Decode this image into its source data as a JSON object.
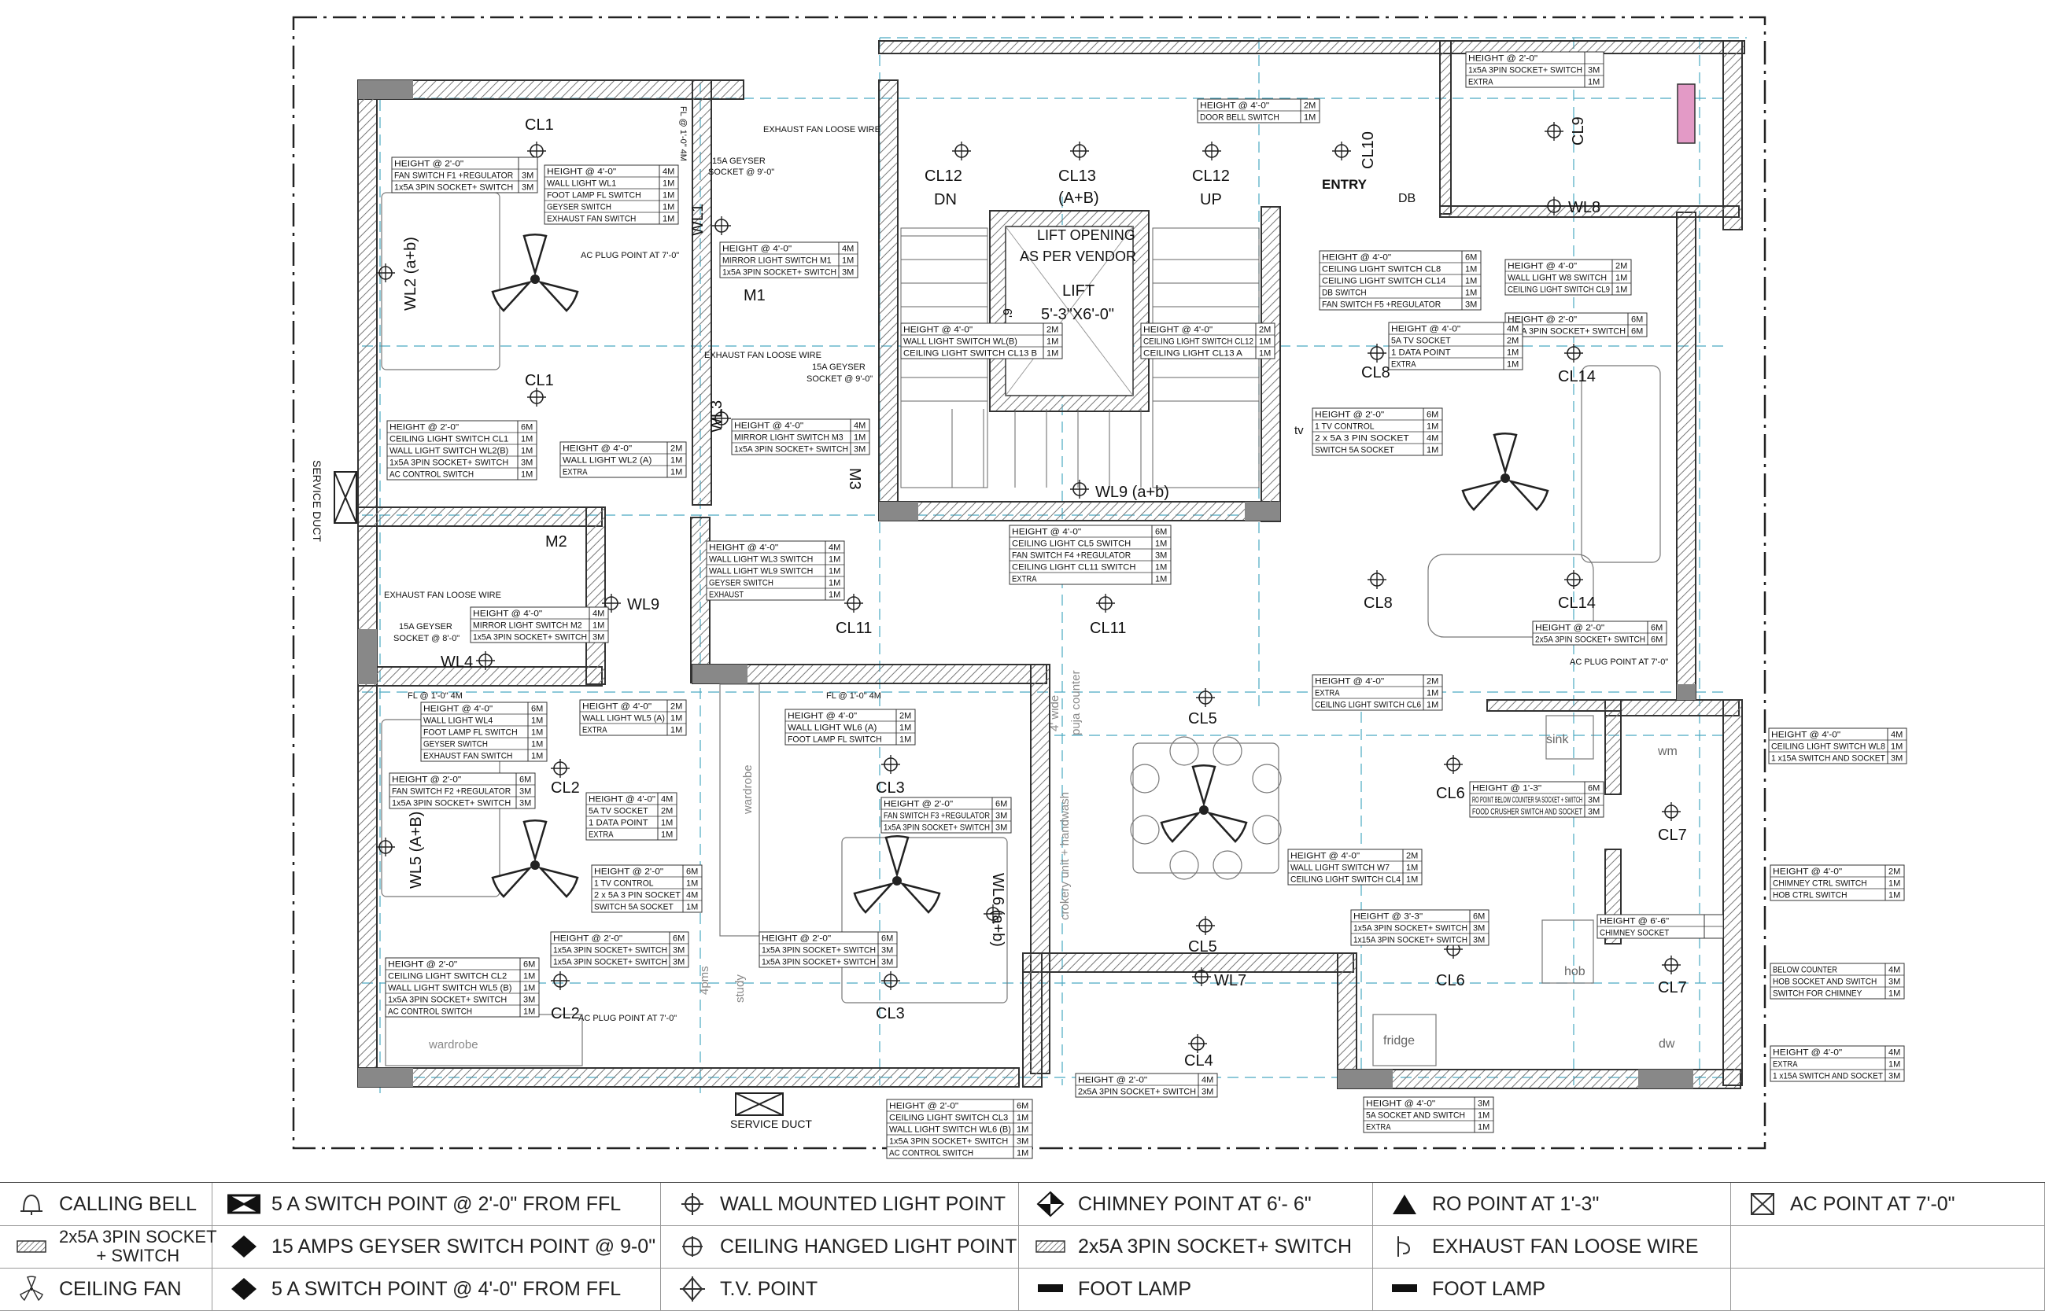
{
  "rooms": {
    "cl1_top": "CL1",
    "wl2": "WL2 (a+b)",
    "cl1_bot": "CL1",
    "wl1": "WL1",
    "m1": "M1",
    "wl3": "WL3",
    "m3": "M3",
    "m2": "M2",
    "wl9_left": "WL9",
    "wl4": "WL4",
    "cl11_left": "CL11",
    "cl11_mid": "CL11",
    "cl12_dn": "CL12",
    "dn": "DN",
    "cl13": "CL13",
    "ab": "(A+B)",
    "cl12_up": "CL12",
    "up": "UP",
    "cl10": "CL10",
    "entry": "ENTRY",
    "db": "DB",
    "cl9": "CL9",
    "wl8": "WL8",
    "lift_open1": "LIFT OPENING",
    "lift_open2": "AS PER VENDOR",
    "lift": "LIFT",
    "lift_dim": "5'-3\"X6'-0\"",
    "six": "6'",
    "wl9_ab": "WL9 (a+b)",
    "tv": "tv",
    "cl8_top": "CL8",
    "cl14_top": "CL14",
    "cl8_bot": "CL8",
    "cl14_bot": "CL14",
    "cl2_top": "CL2",
    "wl5": "WL5 (A+B)",
    "cl2_bot": "CL2",
    "wardrobe_left": "wardrobe",
    "wardrobe_mid": "wardrobe",
    "cl3_top": "CL3",
    "cl3_bot": "CL3",
    "wl6": "WL6 (a+b)",
    "study": "study",
    "4pms": "4pms",
    "puja1": "4' wide",
    "puja2": "puja counter",
    "crockery": "crokery unit + handwash",
    "cl5_top": "CL5",
    "cl5_bot": "CL5",
    "wl7": "WL7",
    "cl4": "CL4",
    "cl6_top": "CL6",
    "cl6_bot": "CL6",
    "cl7_top": "CL7",
    "cl7_bot": "CL7",
    "sink": "sink",
    "wm": "wm",
    "hob": "hob",
    "fridge": "fridge",
    "dw": "dw",
    "service_duct_left": "SERVICE DUCT",
    "service_duct_bottom": "SERVICE DUCT"
  },
  "notes": {
    "exhaust_top": "EXHAUST FAN LOOSE WIRE",
    "geyser_top1": "15A GEYSER",
    "geyser_top2": "SOCKET @ 9'-0\"",
    "fl_top": "FL @ 1'-0\" 4M",
    "ac_plug1": "AC PLUG POINT AT 7'-0\"",
    "exhaust_mid": "EXHAUST FAN LOOSE WIRE",
    "geyser_mid1": "15A GEYSER",
    "geyser_mid2": "SOCKET @ 9'-0\"",
    "exhaust_m2": "EXHAUST FAN LOOSE WIRE",
    "geyser_m2_1": "15A GEYSER",
    "geyser_m2_2": "SOCKET @ 8'-0\"",
    "fl_left": "FL @ 1'-0\" 4M",
    "fl_mid": "FL @ 1'-0\" 4M",
    "ac_plug2": "AC PLUG POINT AT 7'-0\"",
    "ac_plug3": "AC PLUG POINT AT 7'-0\""
  },
  "tables": [
    {
      "rows": [
        [
          "HEIGHT @ 2'-0\"",
          ""
        ],
        [
          "FAN SWITCH F1 +REGULATOR",
          "3M"
        ],
        [
          "1x5A 3PIN SOCKET+ SWITCH",
          "3M"
        ]
      ]
    },
    {
      "rows": [
        [
          "HEIGHT @ 4'-0\"",
          "4M"
        ],
        [
          "WALL LIGHT WL1",
          "1M"
        ],
        [
          "FOOT LAMP FL SWITCH",
          "1M"
        ],
        [
          "GEYSER SWITCH",
          "1M"
        ],
        [
          "EXHAUST FAN SWITCH",
          "1M"
        ]
      ]
    },
    {
      "rows": [
        [
          "HEIGHT @ 4'-0\"",
          "4M"
        ],
        [
          "MIRROR LIGHT SWITCH M1",
          "1M"
        ],
        [
          "1x5A 3PIN SOCKET+ SWITCH",
          "3M"
        ]
      ]
    },
    {
      "rows": [
        [
          "HEIGHT @ 2'-0\"",
          "6M"
        ],
        [
          "CEILING LIGHT SWITCH CL1",
          "1M"
        ],
        [
          "WALL LIGHT SWITCH WL2(B)",
          "1M"
        ],
        [
          "1x5A 3PIN SOCKET+ SWITCH",
          "3M"
        ],
        [
          "AC CONTROL SWITCH",
          "1M"
        ]
      ]
    },
    {
      "rows": [
        [
          "HEIGHT @ 4'-0\"",
          "2M"
        ],
        [
          "WALL LIGHT WL2 (A)",
          "1M"
        ],
        [
          "EXTRA",
          "1M"
        ]
      ]
    },
    {
      "rows": [
        [
          "HEIGHT @ 4'-0\"",
          "4M"
        ],
        [
          "MIRROR LIGHT SWITCH M3",
          "1M"
        ],
        [
          "1x5A 3PIN SOCKET+ SWITCH",
          "3M"
        ]
      ]
    },
    {
      "rows": [
        [
          "HEIGHT @ 4'-0\"",
          "2M"
        ],
        [
          "WALL LIGHT SWITCH WL(B)",
          "1M"
        ],
        [
          "CEILING LIGHT SWITCH CL13 B",
          "1M"
        ]
      ]
    },
    {
      "rows": [
        [
          "HEIGHT @ 4'-0\"",
          "2M"
        ],
        [
          "DOOR BELL SWITCH",
          "1M"
        ]
      ]
    },
    {
      "rows": [
        [
          "HEIGHT @ 2'-0\"",
          ""
        ],
        [
          "1x5A 3PIN SOCKET+ SWITCH",
          "3M"
        ],
        [
          "EXTRA",
          "1M"
        ]
      ]
    },
    {
      "rows": [
        [
          "HEIGHT @ 4'-0\"",
          "6M"
        ],
        [
          "CEILING LIGHT SWITCH CL8",
          "1M"
        ],
        [
          "CEILING LIGHT SWITCH CL14",
          "1M"
        ],
        [
          "DB SWITCH",
          "1M"
        ],
        [
          "FAN SWITCH F5 +REGULATOR",
          "3M"
        ]
      ]
    },
    {
      "rows": [
        [
          "HEIGHT @ 4'-0\"",
          "2M"
        ],
        [
          "WALL LIGHT W8 SWITCH",
          "1M"
        ],
        [
          "CEILING LIGHT SWITCH CL9",
          "1M"
        ]
      ]
    },
    {
      "rows": [
        [
          "HEIGHT @ 2'-0\"",
          "6M"
        ],
        [
          "2x5A 3PIN SOCKET+ SWITCH",
          "6M"
        ]
      ]
    },
    {
      "rows": [
        [
          "HEIGHT @ 4'-0\"",
          "2M"
        ],
        [
          "CEILING LIGHT SWITCH CL12",
          "1M"
        ],
        [
          "CEILING LIGHT CL13 A",
          "1M"
        ]
      ]
    },
    {
      "rows": [
        [
          "HEIGHT @ 4'-0\"",
          "4M"
        ],
        [
          "5A TV SOCKET",
          "2M"
        ],
        [
          "1 DATA POINT",
          "1M"
        ],
        [
          "EXTRA",
          "1M"
        ]
      ]
    },
    {
      "rows": [
        [
          "HEIGHT @ 2'-0\"",
          "6M"
        ],
        [
          "1 TV CONTROL",
          "1M"
        ],
        [
          "2 x 5A 3 PIN SOCKET",
          "4M"
        ],
        [
          "SWITCH 5A SOCKET",
          "1M"
        ]
      ]
    },
    {
      "rows": [
        [
          "HEIGHT @ 4'-0\"",
          "6M"
        ],
        [
          "CEILING LIGHT CL5 SWITCH",
          "1M"
        ],
        [
          "FAN SWITCH F4 +REGULATOR",
          "3M"
        ],
        [
          "CEILING LIGHT CL11 SWITCH",
          "1M"
        ],
        [
          "EXTRA",
          "1M"
        ]
      ]
    },
    {
      "rows": [
        [
          "HEIGHT @ 4'-0\"",
          "4M"
        ],
        [
          "WALL LIGHT WL3 SWITCH",
          "1M"
        ],
        [
          "WALL LIGHT WL9 SWITCH",
          "1M"
        ],
        [
          "GEYSER SWITCH",
          "1M"
        ],
        [
          "EXHAUST",
          "1M"
        ]
      ]
    },
    {
      "rows": [
        [
          "HEIGHT @ 4'-0\"",
          "4M"
        ],
        [
          "MIRROR LIGHT SWITCH M2",
          "1M"
        ],
        [
          "1x5A 3PIN SOCKET+ SWITCH",
          "3M"
        ]
      ]
    },
    {
      "rows": [
        [
          "HEIGHT @ 2'-0\"",
          "6M"
        ],
        [
          "2x5A 3PIN SOCKET+ SWITCH",
          "6M"
        ]
      ]
    },
    {
      "rows": [
        [
          "HEIGHT @ 4'-0\"",
          "2M"
        ],
        [
          "EXTRA",
          "1M"
        ],
        [
          "CEILING LIGHT SWITCH CL6",
          "1M"
        ]
      ]
    },
    {
      "rows": [
        [
          "HEIGHT @ 4'-0\"",
          "4M"
        ],
        [
          "CEILING LIGHT SWITCH WL8",
          "1M"
        ],
        [
          "1 x15A SWITCH AND SOCKET",
          "3M"
        ]
      ]
    },
    {
      "rows": [
        [
          "HEIGHT @ 4'-0\"",
          "6M"
        ],
        [
          "WALL LIGHT WL4",
          "1M"
        ],
        [
          "FOOT LAMP FL SWITCH",
          "1M"
        ],
        [
          "GEYSER SWITCH",
          "1M"
        ],
        [
          "EXHAUST FAN SWITCH",
          "1M"
        ]
      ]
    },
    {
      "rows": [
        [
          "HEIGHT @ 4'-0\"",
          "2M"
        ],
        [
          "WALL LIGHT WL5 (A)",
          "1M"
        ],
        [
          "EXTRA",
          "1M"
        ]
      ]
    },
    {
      "rows": [
        [
          "HEIGHT @ 4'-0\"",
          "2M"
        ],
        [
          "WALL LIGHT WL6 (A)",
          "1M"
        ],
        [
          "FOOT LAMP FL SWITCH",
          "1M"
        ]
      ]
    },
    {
      "rows": [
        [
          "HEIGHT @ 2'-0\"",
          "6M"
        ],
        [
          "FAN SWITCH F2 +REGULATOR",
          "3M"
        ],
        [
          "1x5A 3PIN SOCKET+ SWITCH",
          "3M"
        ]
      ]
    },
    {
      "rows": [
        [
          "HEIGHT @ 4'-0\"",
          "4M"
        ],
        [
          "5A TV SOCKET",
          "2M"
        ],
        [
          "1 DATA POINT",
          "1M"
        ],
        [
          "EXTRA",
          "1M"
        ]
      ]
    },
    {
      "rows": [
        [
          "HEIGHT @ 2'-0\"",
          "6M"
        ],
        [
          "FAN SWITCH F3 +REGULATOR",
          "3M"
        ],
        [
          "1x5A 3PIN SOCKET+ SWITCH",
          "3M"
        ]
      ]
    },
    {
      "rows": [
        [
          "HEIGHT @ 1'-3\"",
          "6M"
        ],
        [
          "RO POINT BELOW COUNTER 5A SOCKET + SWITCH",
          "3M"
        ],
        [
          "FOOD CRUSHER SWITCH AND SOCKET",
          "3M"
        ]
      ]
    },
    {
      "rows": [
        [
          "HEIGHT @ 2'-0\"",
          "6M"
        ],
        [
          "1 TV CONTROL",
          "1M"
        ],
        [
          "2 x 5A 3 PIN SOCKET",
          "4M"
        ],
        [
          "SWITCH 5A SOCKET",
          "1M"
        ]
      ]
    },
    {
      "rows": [
        [
          "HEIGHT @ 4'-0\"",
          "2M"
        ],
        [
          "WALL LIGHT SWITCH W7",
          "1M"
        ],
        [
          "CEILING LIGHT SWITCH CL4",
          "1M"
        ]
      ]
    },
    {
      "rows": [
        [
          "HEIGHT @ 4'-0\"",
          "2M"
        ],
        [
          "CHIMNEY CTRL SWITCH",
          "1M"
        ],
        [
          "HOB CTRL SWITCH",
          "1M"
        ]
      ]
    },
    {
      "rows": [
        [
          "HEIGHT @ 2'-0\"",
          "6M"
        ],
        [
          "1x5A 3PIN SOCKET+ SWITCH",
          "3M"
        ],
        [
          "1x5A 3PIN SOCKET+ SWITCH",
          "3M"
        ]
      ]
    },
    {
      "rows": [
        [
          "HEIGHT @ 2'-0\"",
          "6M"
        ],
        [
          "1x5A 3PIN SOCKET+ SWITCH",
          "3M"
        ],
        [
          "1x5A 3PIN SOCKET+ SWITCH",
          "3M"
        ]
      ]
    },
    {
      "rows": [
        [
          "HEIGHT @ 3'-3\"",
          "6M"
        ],
        [
          "1x5A 3PIN SOCKET+ SWITCH",
          "3M"
        ],
        [
          "1x15A 3PIN SOCKET+ SWITCH",
          "3M"
        ]
      ]
    },
    {
      "rows": [
        [
          "HEIGHT @ 6'-6\"",
          ""
        ],
        [
          "CHIMNEY SOCKET",
          ""
        ]
      ]
    },
    {
      "rows": [
        [
          "BELOW COUNTER",
          "4M"
        ],
        [
          "HOB SOCKET AND SWITCH",
          "3M"
        ],
        [
          "SWITCH FOR CHIMNEY",
          "1M"
        ]
      ]
    },
    {
      "rows": [
        [
          "HEIGHT @ 2'-0\"",
          "6M"
        ],
        [
          "CEILING LIGHT SWITCH CL2",
          "1M"
        ],
        [
          "WALL LIGHT SWITCH WL5 (B)",
          "1M"
        ],
        [
          "1x5A 3PIN SOCKET+ SWITCH",
          "3M"
        ],
        [
          "AC CONTROL SWITCH",
          "1M"
        ]
      ]
    },
    {
      "rows": [
        [
          "HEIGHT @ 2'-0\"",
          "4M"
        ],
        [
          "2x5A 3PIN SOCKET+ SWITCH",
          "3M"
        ]
      ]
    },
    {
      "rows": [
        [
          "HEIGHT @ 4'-0\"",
          "4M"
        ],
        [
          "EXTRA",
          "1M"
        ],
        [
          "1 x15A SWITCH AND SOCKET",
          "3M"
        ]
      ]
    },
    {
      "rows": [
        [
          "HEIGHT @ 2'-0\"",
          "6M"
        ],
        [
          "CEILING LIGHT SWITCH CL3",
          "1M"
        ],
        [
          "WALL LIGHT SWITCH WL6 (B)",
          "1M"
        ],
        [
          "1x5A 3PIN SOCKET+ SWITCH",
          "3M"
        ],
        [
          "AC CONTROL SWITCH",
          "1M"
        ]
      ]
    },
    {
      "rows": [
        [
          "HEIGHT @ 4'-0\"",
          "3M"
        ],
        [
          "5A SOCKET AND SWITCH",
          "1M"
        ],
        [
          "EXTRA",
          "1M"
        ]
      ]
    }
  ],
  "legend": [
    [
      {
        "icon": "bell-icon",
        "label": "CALLING BELL"
      },
      {
        "icon": "switch-2ft-icon",
        "label": "5 A SWITCH POINT @ 2'-0\" FROM FFL"
      },
      {
        "icon": "wall-light-icon",
        "label": "WALL MOUNTED LIGHT POINT"
      },
      {
        "icon": "chimney-icon",
        "label": "CHIMNEY POINT AT 6'- 6\""
      },
      {
        "icon": "triangle-icon",
        "label": "RO POINT AT 1'-3\""
      },
      {
        "icon": "ac-icon",
        "label": "AC POINT AT 7'-0\""
      }
    ],
    [
      {
        "icon": "socket-icon",
        "label": "2x5A 3PIN SOCKET\n+ SWITCH"
      },
      {
        "icon": "diamond-icon",
        "label": "15 AMPS GEYSER SWITCH POINT @ 9-0\""
      },
      {
        "icon": "ceiling-light-icon",
        "label": "CEILING HANGED LIGHT POINT"
      },
      {
        "icon": "socket-icon",
        "label": "2x5A 3PIN SOCKET+ SWITCH"
      },
      {
        "icon": "exhaust-icon",
        "label": "EXHAUST FAN LOOSE WIRE"
      },
      {
        "icon": "",
        "label": ""
      }
    ],
    [
      {
        "icon": "fan-icon",
        "label": "CEILING FAN"
      },
      {
        "icon": "switch-4ft-icon",
        "label": "5 A SWITCH POINT @ 4'-0\" FROM FFL"
      },
      {
        "icon": "tv-point-icon",
        "label": "T.V. POINT"
      },
      {
        "icon": "foot-lamp-icon",
        "label": "FOOT LAMP"
      },
      {
        "icon": "foot-lamp-icon",
        "label": "FOOT LAMP"
      },
      {
        "icon": "",
        "label": ""
      }
    ]
  ]
}
